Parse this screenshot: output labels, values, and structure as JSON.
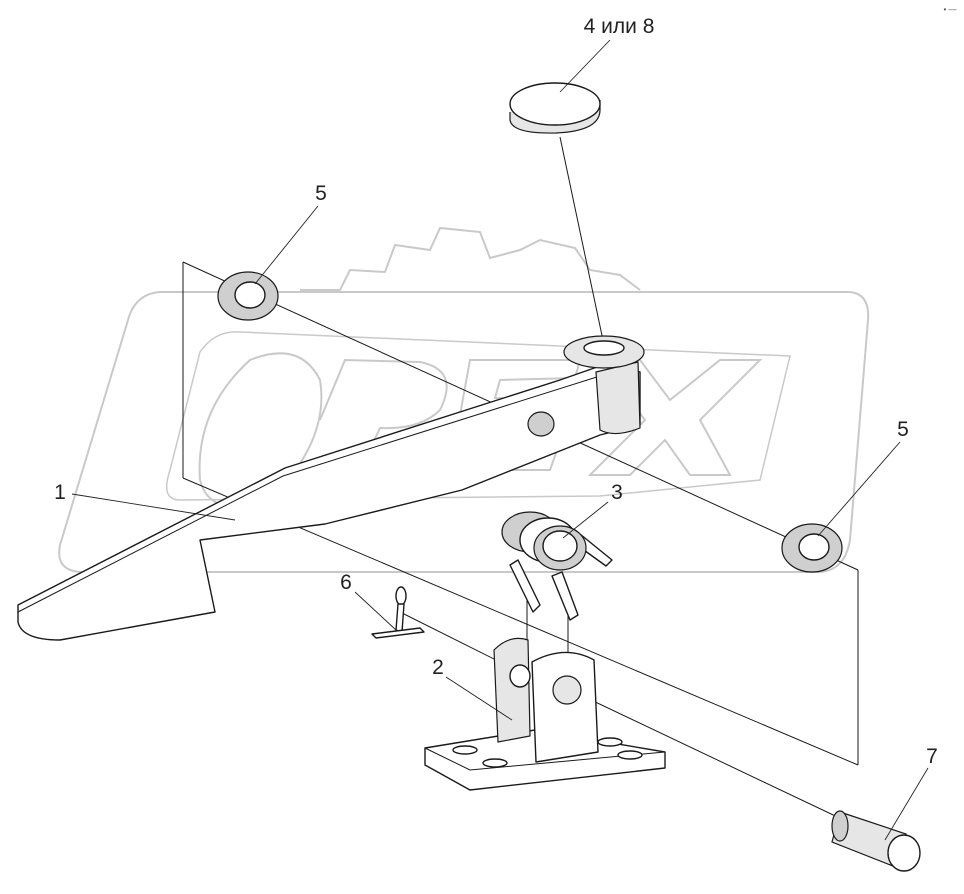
{
  "corner_mark": "• —",
  "watermark": {
    "text": "OPEX",
    "color": "#c9c9c9"
  },
  "callouts": [
    {
      "id": "c1",
      "label": "1"
    },
    {
      "id": "c2",
      "label": "2"
    },
    {
      "id": "c3",
      "label": "3"
    },
    {
      "id": "c4",
      "label": "4 или 8"
    },
    {
      "id": "c5a",
      "label": "5"
    },
    {
      "id": "c5b",
      "label": "5"
    },
    {
      "id": "c6",
      "label": "6"
    },
    {
      "id": "c7",
      "label": "7"
    }
  ]
}
